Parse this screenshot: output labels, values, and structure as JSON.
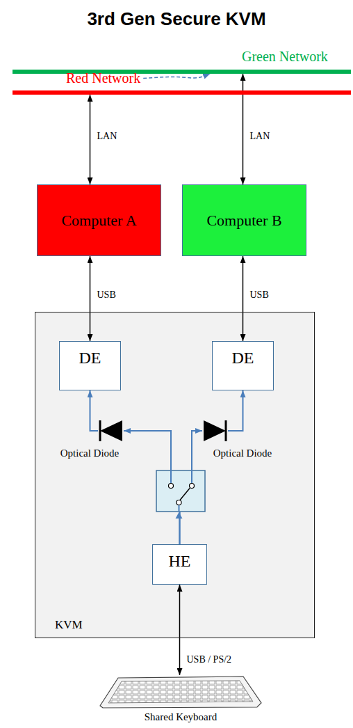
{
  "diagram": {
    "title": "3rd Gen Secure KVM",
    "nodes": [
      {
        "text": [
          "Green Network"
        ]
      },
      {
        "text": [
          "Red Network"
        ]
      },
      {
        "text": [
          "Computer A"
        ]
      },
      {
        "text": [
          "Computer B"
        ]
      },
      {
        "text": [
          "KVM"
        ]
      },
      {
        "text": [
          "DE"
        ],
        "in": 4
      },
      {
        "text": [
          "DE"
        ],
        "in": 4
      },
      {
        "text": [
          "Optical Diode"
        ],
        "in": 4
      },
      {
        "text": [
          "Optical Diode"
        ],
        "in": 4
      },
      {
        "text": [
          "HE"
        ],
        "in": 4
      },
      {
        "text": [
          "Shared Keyboard"
        ]
      }
    ],
    "edges": [
      {
        "from": 1,
        "to": 2,
        "arrow": "both",
        "label": "LAN"
      },
      {
        "from": 0,
        "to": 3,
        "arrow": "both",
        "label": "LAN"
      },
      {
        "from": 1,
        "to": 0,
        "arrow": "to"
      },
      {
        "from": 2,
        "to": 5,
        "arrow": "both",
        "label": "USB"
      },
      {
        "from": 3,
        "to": 6,
        "arrow": "both",
        "label": "USB"
      },
      {
        "from": 9,
        "to": 7,
        "arrow": "to"
      },
      {
        "from": 9,
        "to": 8,
        "arrow": "to"
      },
      {
        "from": 7,
        "to": 5,
        "arrow": "to"
      },
      {
        "from": 8,
        "to": 6,
        "arrow": "to"
      },
      {
        "from": 9,
        "to": 10,
        "arrow": "both",
        "label": "USB / PS/2"
      }
    ]
  }
}
